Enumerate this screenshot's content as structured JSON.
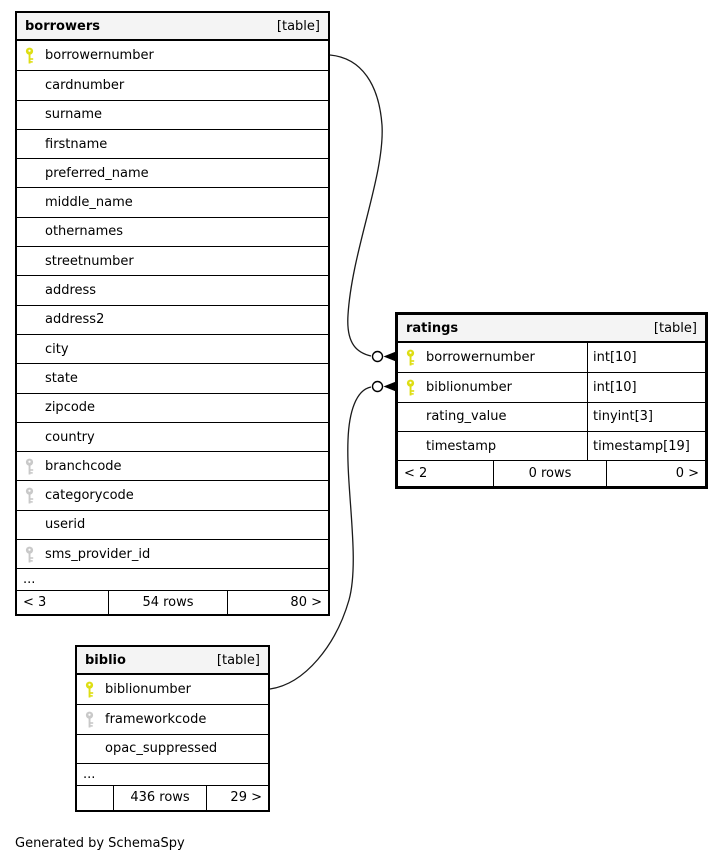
{
  "page": {
    "footer_note": "Generated by SchemaSpy"
  },
  "colors": {
    "primary_key": "#dede14",
    "foreign_key": "#c9c9c9",
    "header_bg": "#f4f4f4",
    "border": "#000000"
  },
  "tables": {
    "borrowers": {
      "title": "borrowers",
      "badge": "[table]",
      "columns": [
        {
          "name": "borrowernumber",
          "key": "primary"
        },
        {
          "name": "cardnumber",
          "key": "none"
        },
        {
          "name": "surname",
          "key": "none"
        },
        {
          "name": "firstname",
          "key": "none"
        },
        {
          "name": "preferred_name",
          "key": "none"
        },
        {
          "name": "middle_name",
          "key": "none"
        },
        {
          "name": "othernames",
          "key": "none"
        },
        {
          "name": "streetnumber",
          "key": "none"
        },
        {
          "name": "address",
          "key": "none"
        },
        {
          "name": "address2",
          "key": "none"
        },
        {
          "name": "city",
          "key": "none"
        },
        {
          "name": "state",
          "key": "none"
        },
        {
          "name": "zipcode",
          "key": "none"
        },
        {
          "name": "country",
          "key": "none"
        },
        {
          "name": "branchcode",
          "key": "foreign"
        },
        {
          "name": "categorycode",
          "key": "foreign"
        },
        {
          "name": "userid",
          "key": "none"
        },
        {
          "name": "sms_provider_id",
          "key": "foreign"
        }
      ],
      "ellipsis": "...",
      "footer": {
        "left": "< 3",
        "center": "54 rows",
        "right": "80 >"
      }
    },
    "ratings": {
      "title": "ratings",
      "badge": "[table]",
      "columns": [
        {
          "name": "borrowernumber",
          "key": "primary",
          "type": "int[10]"
        },
        {
          "name": "biblionumber",
          "key": "primary",
          "type": "int[10]"
        },
        {
          "name": "rating_value",
          "key": "none",
          "type": "tinyint[3]"
        },
        {
          "name": "timestamp",
          "key": "none",
          "type": "timestamp[19]"
        }
      ],
      "footer": {
        "left": "< 2",
        "center": "0 rows",
        "right": "0 >"
      }
    },
    "biblio": {
      "title": "biblio",
      "badge": "[table]",
      "columns": [
        {
          "name": "biblionumber",
          "key": "primary"
        },
        {
          "name": "frameworkcode",
          "key": "foreign"
        },
        {
          "name": "opac_suppressed",
          "key": "none"
        }
      ],
      "ellipsis": "...",
      "footer": {
        "left": "",
        "center": "436 rows",
        "right": "29 >"
      }
    }
  },
  "connectors": [
    {
      "from": "borrowers.borrowernumber",
      "to": "ratings.borrowernumber"
    },
    {
      "from": "biblio.biblionumber",
      "to": "ratings.biblionumber"
    }
  ]
}
